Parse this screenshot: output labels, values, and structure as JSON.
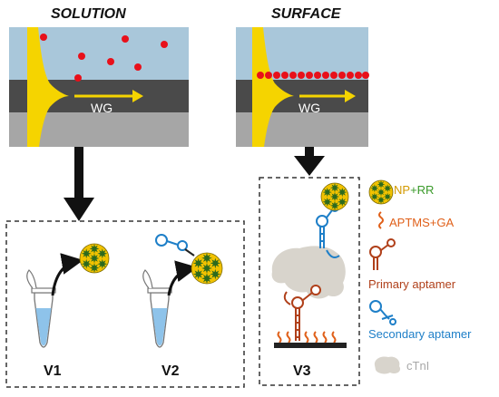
{
  "panels": {
    "solution": {
      "title": "SOLUTION",
      "wg_label": "WG"
    },
    "surface": {
      "title": "SURFACE",
      "wg_label": "WG"
    }
  },
  "variants": [
    "V1",
    "V2",
    "V3"
  ],
  "legend": [
    {
      "label_a": "NP",
      "plus": "+",
      "label_b": "RR",
      "color_a": "#d39a00",
      "color_b": "#3a9a2a",
      "icon": "nanoparticle-icon"
    },
    {
      "label": "APTMS+GA",
      "color": "#e0601a",
      "icon": "linker-icon"
    },
    {
      "label": "Primary aptamer",
      "color": "#b0401a",
      "icon": "primary-aptamer-icon"
    },
    {
      "label": "Secondary aptamer",
      "color": "#1e7fc8",
      "icon": "secondary-aptamer-icon"
    },
    {
      "label": "cTnI",
      "color": "#a8a8a8",
      "icon": "ctni-protein-icon"
    }
  ],
  "colors": {
    "solution_bg": "#a9c7da",
    "waveguide_dark": "#4a4a4a",
    "substrate": "#a6a6a6",
    "evanescent_field": "#f5d400",
    "particle": "#e8101a",
    "np_fill": "#f2c200",
    "np_spike": "#2d6a1e"
  }
}
